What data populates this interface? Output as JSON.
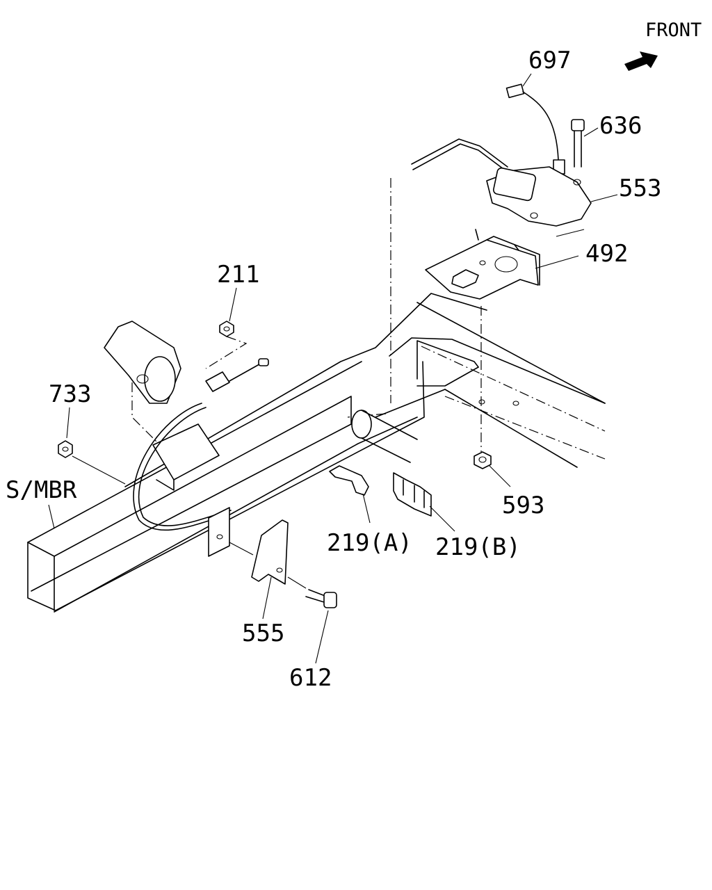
{
  "direction": {
    "label": "FRONT",
    "icon": "arrow-icon"
  },
  "frame_label": "S/MBR",
  "parts": {
    "p697": "697",
    "p636": "636",
    "p553": "553",
    "p492": "492",
    "p211": "211",
    "p733": "733",
    "p593": "593",
    "p219a": "219(A)",
    "p219b": "219(B)",
    "p555": "555",
    "p612": "612"
  }
}
